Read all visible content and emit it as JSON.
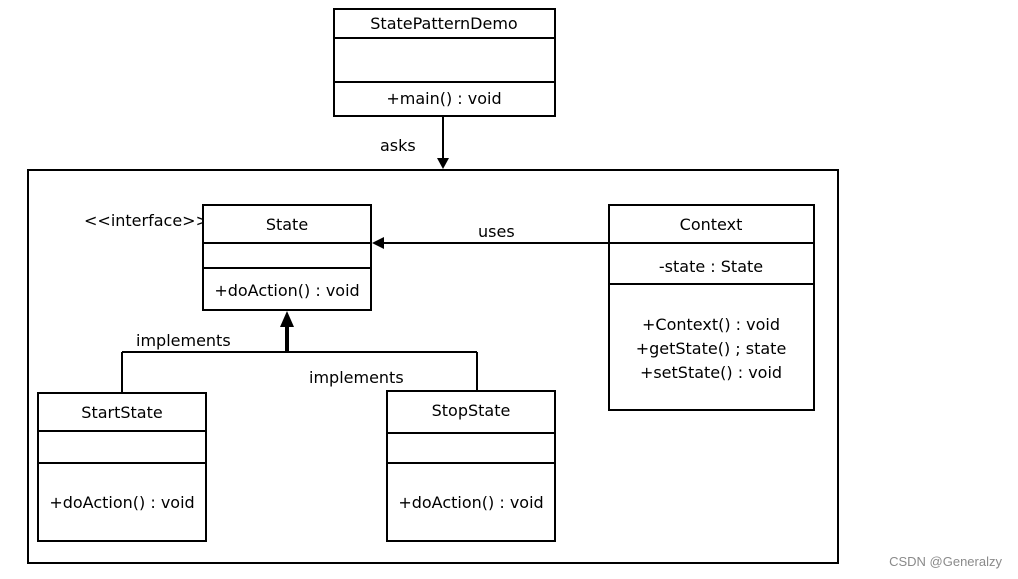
{
  "diagram": {
    "classes": {
      "state_pattern_demo": {
        "name": "StatePatternDemo",
        "attributes": [],
        "methods": [
          "+main()  : void"
        ]
      },
      "state": {
        "stereotype": "<<interface>>",
        "name": "State",
        "attributes": [],
        "methods": [
          "+doAction()  : void"
        ]
      },
      "context": {
        "name": "Context",
        "attributes": [
          "-state : State"
        ],
        "methods": [
          "+Context()  : void",
          "+getState() ; state",
          "+setState() : void"
        ]
      },
      "start_state": {
        "name": "StartState",
        "attributes": [],
        "methods": [
          "+doAction()  : void"
        ]
      },
      "stop_state": {
        "name": "StopState",
        "attributes": [],
        "methods": [
          "+doAction()  : void"
        ]
      }
    },
    "relations": {
      "asks": "asks",
      "uses": "uses",
      "implements_left": "implements",
      "implements_right": "implements"
    }
  },
  "watermark": "CSDN @Generalzy"
}
